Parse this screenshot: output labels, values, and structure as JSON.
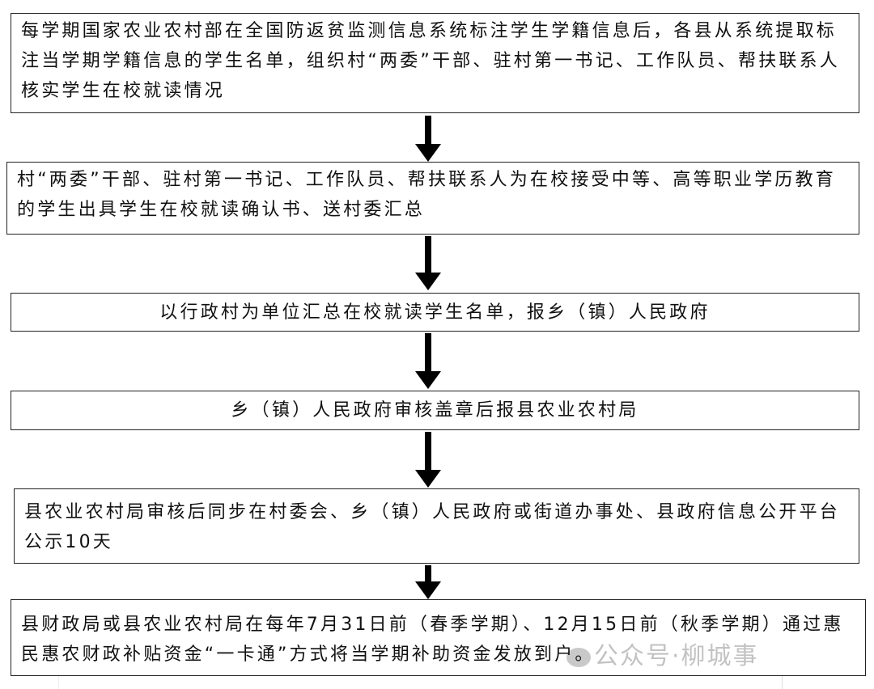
{
  "steps": [
    "每学期国家农业农村部在全国防返贫监测信息系统标注学生学籍信息后，各县从系统提取标注当学期学籍信息的学生名单，组织村“两委”干部、驻村第一书记、工作队员、帮扶联系人核实学生在校就读情况",
    "村“两委”干部、驻村第一书记、工作队员、帮扶联系人为在校接受中等、高等职业学历教育的学生出具学生在校就读确认书、送村委汇总",
    "以行政村为单位汇总在校就读学生名单，报乡（镇）人民政府",
    "乡（镇）人民政府审核盖章后报县农业农村局",
    "县农业农村局审核后同步在村委会、乡（镇）人民政府或街道办事处、县政府信息公开平台公示10天",
    "县财政局或县农业农村局在每年7月31日前（春季学期）、12月15日前（秋季学期）通过惠民惠农财政补贴资金“一卡通”方式将当学期补助资金发放到户。"
  ],
  "watermark": "公众号·柳城事"
}
